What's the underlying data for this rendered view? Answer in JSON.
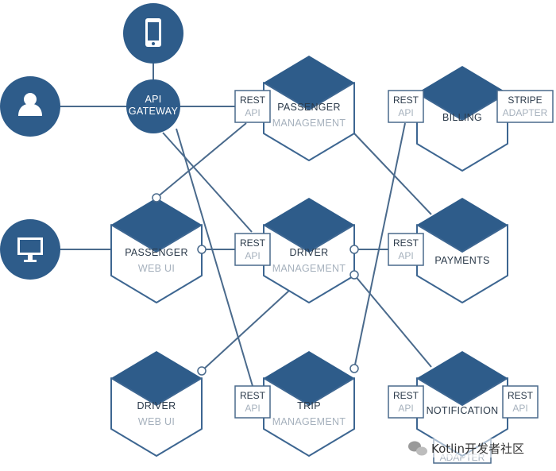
{
  "gateway": {
    "line1": "API",
    "line2": "GATEWAY"
  },
  "services": {
    "passenger_management": {
      "line1": "PASSENGER",
      "line2": "MANAGEMENT"
    },
    "billing": {
      "line1": "BILLING"
    },
    "passenger_web_ui": {
      "line1": "PASSENGER",
      "line2": "WEB UI"
    },
    "driver_management": {
      "line1": "DRIVER",
      "line2": "MANAGEMENT"
    },
    "payments": {
      "line1": "PAYMENTS"
    },
    "driver_web_ui": {
      "line1": "DRIVER",
      "line2": "WEB UI"
    },
    "trip_management": {
      "line1": "TRIP",
      "line2": "MANAGEMENT"
    },
    "notification": {
      "line1": "NOTIFICATION"
    }
  },
  "adapters": {
    "rest_line1": "REST",
    "rest_line2": "API",
    "stripe_line1": "STRIPE",
    "stripe_line2": "ADAPTER",
    "twilio_line2": "ADAPTER"
  },
  "icons": [
    "phone-icon",
    "user-icon",
    "monitor-icon"
  ],
  "watermark": {
    "text": "Kotlin开发者社区"
  },
  "colors": {
    "accent": "#2e5c8a",
    "outline": "#3d6691",
    "line": "#4a6a8c"
  }
}
